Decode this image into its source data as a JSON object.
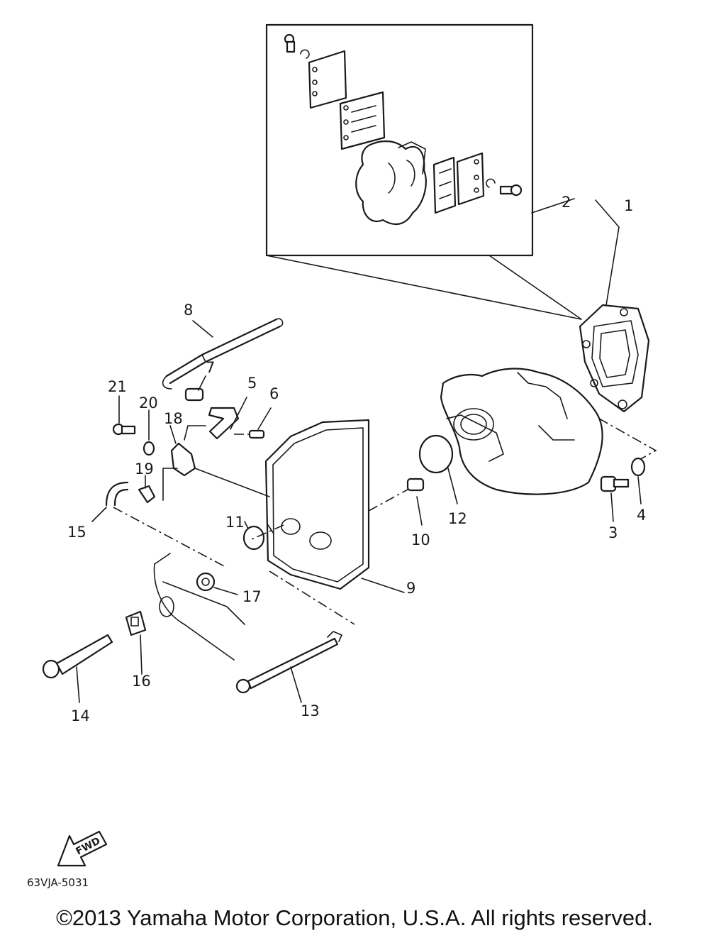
{
  "diagram": {
    "callouts": [
      "1",
      "2",
      "3",
      "4",
      "5",
      "6",
      "7",
      "8",
      "9",
      "10",
      "11",
      "12",
      "13",
      "14",
      "15",
      "16",
      "17",
      "18",
      "19",
      "20",
      "21"
    ],
    "fwd_label": "FWD",
    "drawing_code": "63VJA-5031"
  },
  "footer": {
    "copyright": "©2013 Yamaha Motor Corporation, U.S.A. All rights reserved."
  }
}
